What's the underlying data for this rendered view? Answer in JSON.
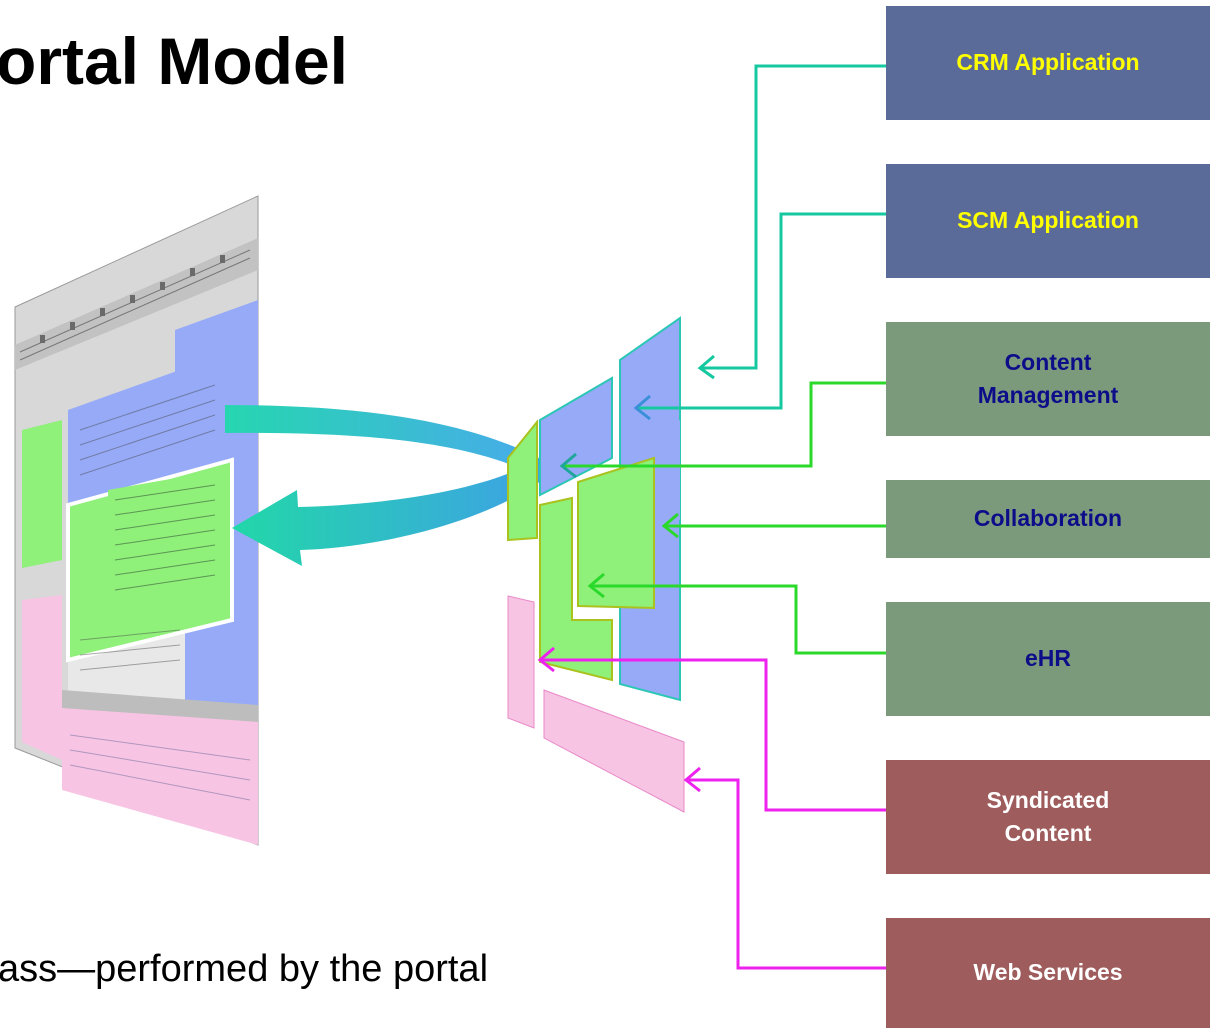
{
  "slide": {
    "title": "ortal Model",
    "caption": "ass—performed by the portal"
  },
  "systems": [
    {
      "id": "crm",
      "lines": [
        "CRM Application"
      ],
      "fill": "#5b6b99",
      "text_color": "#ffff00",
      "connector_color": "#16c8a0"
    },
    {
      "id": "scm",
      "lines": [
        "SCM Application"
      ],
      "fill": "#5b6b99",
      "text_color": "#ffff00",
      "connector_color": "#16c8a0"
    },
    {
      "id": "content-management",
      "lines": [
        "Content",
        "Management"
      ],
      "fill": "#7b9a7b",
      "text_color": "#0d0d8a",
      "connector_color": "#2bd92b"
    },
    {
      "id": "collaboration",
      "lines": [
        "Collaboration"
      ],
      "fill": "#7b9a7b",
      "text_color": "#0d0d8a",
      "connector_color": "#2bd92b"
    },
    {
      "id": "ehr",
      "lines": [
        "eHR"
      ],
      "fill": "#7b9a7b",
      "text_color": "#0d0d8a",
      "connector_color": "#2bd92b"
    },
    {
      "id": "syndicated-content",
      "lines": [
        "Syndicated",
        "Content"
      ],
      "fill": "#9e5c5c",
      "text_color": "#ffffff",
      "connector_color": "#ee22ee"
    },
    {
      "id": "web-services",
      "lines": [
        "Web Services"
      ],
      "fill": "#9e5c5c",
      "text_color": "#ffffff",
      "connector_color": "#ee22ee"
    }
  ],
  "colors": {
    "portlet_blue": "#96aaf8",
    "portlet_green": "#8ff07a",
    "portlet_pink": "#f8c4e4",
    "flow_arrow": "#2ad3c8"
  }
}
